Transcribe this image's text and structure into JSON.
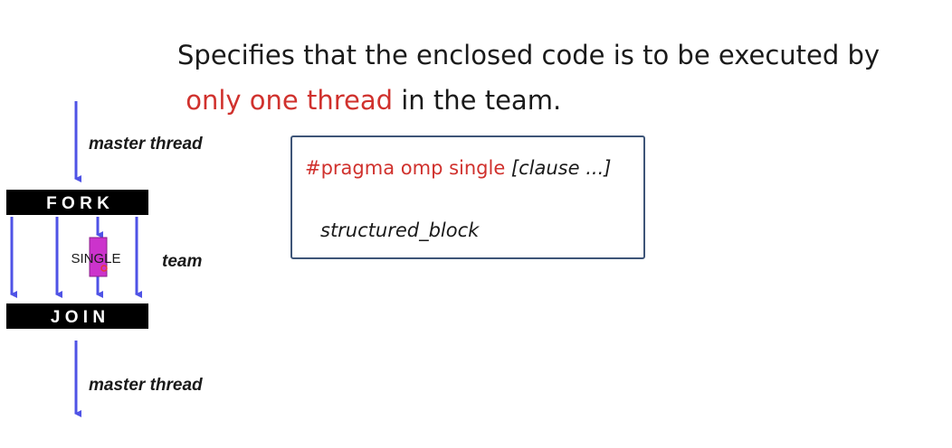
{
  "headline": {
    "line1": "Specifies that the enclosed code is to be executed by",
    "line2_highlight": "only one thread",
    "line2_rest": " in the team."
  },
  "diagram": {
    "master_thread_top": "master thread",
    "fork": "F O R K",
    "single": "SINGLE",
    "team": "team",
    "join": "J O I N",
    "master_thread_bottom": "master thread"
  },
  "code": {
    "pragma": "#pragma omp single",
    "clause": " [clause ...]",
    "block": "structured_block"
  },
  "colors": {
    "highlight": "#d0312d",
    "arrow": "#4f53e6",
    "single_box": "#cc33cc",
    "bar": "#000000",
    "box_border": "#3e5578"
  }
}
